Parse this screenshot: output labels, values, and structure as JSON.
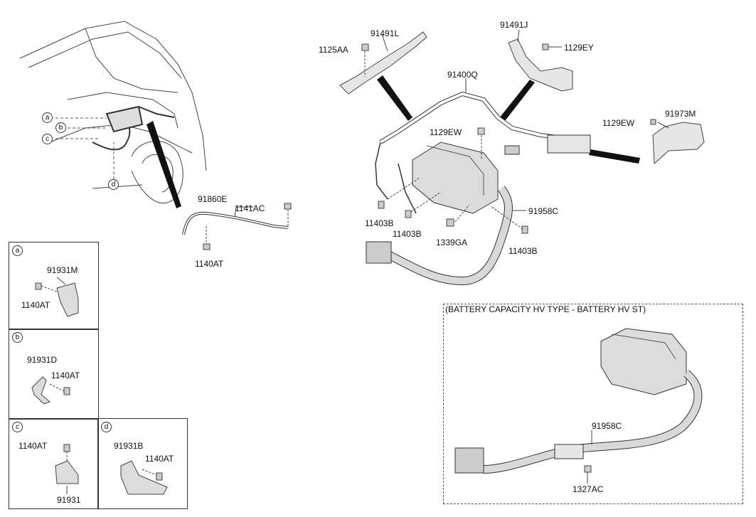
{
  "parts": {
    "p91491L": "91491L",
    "p1125AA": "1125AA",
    "p91491J": "91491J",
    "p1129EY": "1129EY",
    "p91400Q": "91400Q",
    "p1129EW_a": "1129EW",
    "p1129EW_b": "1129EW",
    "p91973M": "91973M",
    "p91860E": "91860E",
    "p1141AC": "1141AC",
    "p1140AT_main": "1140AT",
    "p11403B_a": "11403B",
    "p11403B_b": "11403B",
    "p11403B_c": "11403B",
    "p1339GA": "1339GA",
    "p91958C_main": "91958C",
    "p91958C_alt": "91958C",
    "p1327AC": "1327AC"
  },
  "callouts": [
    "a",
    "b",
    "c",
    "d"
  ],
  "inset_boxes": {
    "a": {
      "tag": "a",
      "part": "91931M",
      "bolt": "1140AT"
    },
    "b": {
      "tag": "b",
      "part": "91931D",
      "bolt": "1140AT"
    },
    "c": {
      "tag": "c",
      "part": "91931",
      "bolt": "1140AT"
    },
    "d": {
      "tag": "d",
      "part": "91931B",
      "bolt": "1140AT"
    }
  },
  "alt_panel_title": "(BATTERY CAPACITY HV TYPE - BATTERY HV ST)"
}
